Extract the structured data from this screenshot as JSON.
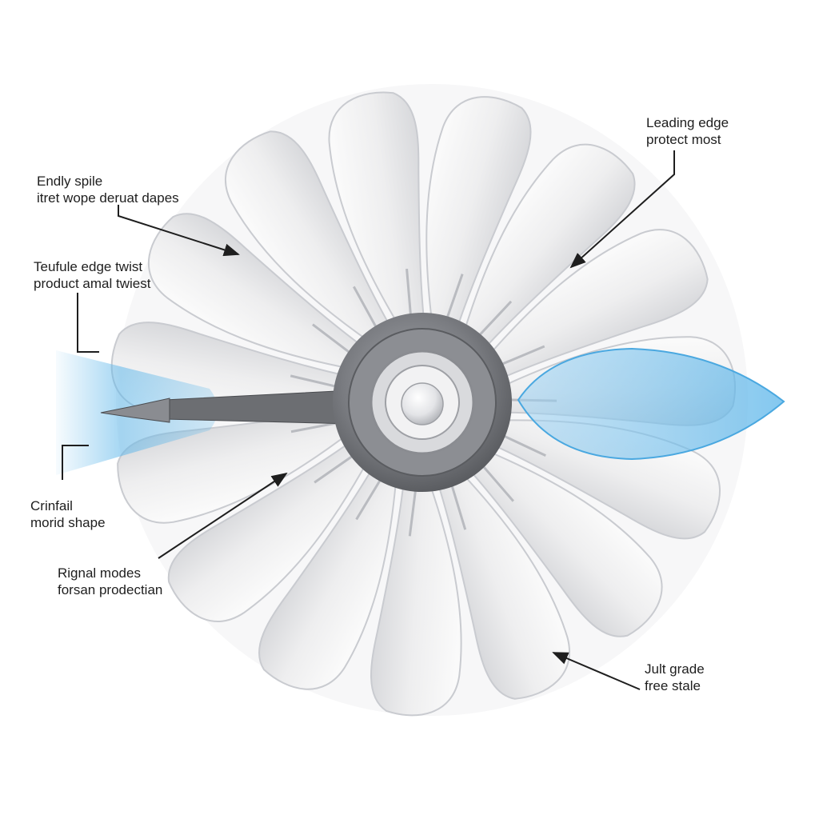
{
  "diagram": {
    "blade_count": 15,
    "colors": {
      "blade": "#eeeeef",
      "blade_edge": "#c9cbd0",
      "hub": "#6e7074",
      "hub_ring": "#9a9ca1",
      "accent_blue": "#5fb7ea",
      "leader": "#1e1e1e"
    },
    "icons": [
      "fan-rotor-icon",
      "hub-icon",
      "probe-needle-icon",
      "airflow-cone-icon",
      "airfoil-section-icon"
    ],
    "labels": {
      "endly_spile": [
        "Endly spile",
        "itret wope deruat dapes"
      ],
      "teufule_edge": [
        "Teufule edge twist",
        "product amal twiest"
      ],
      "leading_edge": [
        "Leading edge",
        "protect most"
      ],
      "crinfail": [
        "Crinfail",
        "morid shape"
      ],
      "rignal_modes": [
        "Rignal modes",
        "forsan prodectian"
      ],
      "jult_grade": [
        "Jult grade",
        "free stale"
      ]
    }
  }
}
